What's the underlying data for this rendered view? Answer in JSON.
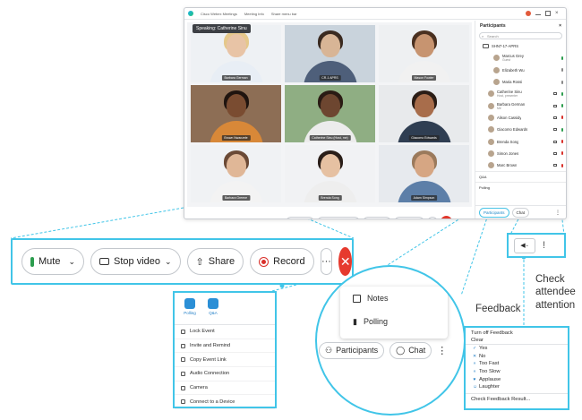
{
  "window": {
    "app_title": "Cisco Webex Meetings",
    "meeting_info": "Meeting Info",
    "share_menu": "Share menu bar",
    "speaking": "Speaking: Catherine Sinu"
  },
  "tiles": [
    {
      "name": "Barbara German",
      "skin": "#e8c4a6",
      "hair": "#e5c88b",
      "shirt": "#e8eef5",
      "bg": "#eef1f4"
    },
    {
      "name": "CR-1 APRS",
      "skin": "#d8b596",
      "hair": "#3a2a20",
      "shirt": "#4e5f7a",
      "bg": "#c9d3dc"
    },
    {
      "name": "Mason Fowler",
      "skin": "#c79470",
      "hair": "#4a3020",
      "shirt": "#f1f1f1",
      "bg": "#eef0f2"
    },
    {
      "name": "Brown Nwanzele",
      "skin": "#7a4c31",
      "hair": "#1f140f",
      "shirt": "#d88838",
      "bg": "#8d6e55"
    },
    {
      "name": "Catherine Sinu (Host, me)",
      "skin": "#6d4630",
      "hair": "#2a1b14",
      "shirt": "#ececec",
      "bg": "#8fae83"
    },
    {
      "name": "Giacomo Edwards",
      "skin": "#a86d4b",
      "hair": "#2b1d16",
      "shirt": "#2f3e52",
      "bg": "#e8eaec"
    },
    {
      "name": "Barbara Greene",
      "skin": "#e0b797",
      "hair": "#6b4a36",
      "shirt": "#f3f3f3",
      "bg": "#f0f2f4"
    },
    {
      "name": "Brenda Song",
      "skin": "#e6c1a2",
      "hair": "#2a1e18",
      "shirt": "#eeeeee",
      "bg": "#f1f2f4"
    },
    {
      "name": "Adam Simpson",
      "skin": "#d6a683",
      "hair": "#9b7a5c",
      "shirt": "#5d7fa8",
      "bg": "#e7eaee"
    }
  ],
  "controls": {
    "mute": "Mute",
    "stop_video": "Stop video",
    "share": "Share",
    "record": "Record",
    "more": "···",
    "end": "✕"
  },
  "panel": {
    "title": "Participants",
    "search": "Search",
    "device": "SHN7-17-APRS",
    "rows": [
      {
        "name": "Marcus Grey",
        "sub": "Guest"
      },
      {
        "name": "Elizabeth Wu",
        "sub": ""
      },
      {
        "name": "Maria Rossi",
        "sub": ""
      },
      {
        "name": "Catherine Sinu",
        "sub": "Host, presenter"
      },
      {
        "name": "Barbara German",
        "sub": "Me"
      },
      {
        "name": "Alison Cassidy",
        "sub": ""
      },
      {
        "name": "Giacomo Edwards",
        "sub": ""
      },
      {
        "name": "Brenda Song",
        "sub": ""
      },
      {
        "name": "Simon Jones",
        "sub": ""
      },
      {
        "name": "Marc Brown",
        "sub": ""
      }
    ],
    "qa": "Q&A",
    "polling": "Polling",
    "tab_participants": "Participants",
    "tab_chat": "Chat"
  },
  "more_menu": {
    "polling": "Polling",
    "qa": "Q&A",
    "items": [
      "Lock Event",
      "Invite and Remind",
      "Copy Event Link",
      "Audio Connection",
      "Camera",
      "Connect to a Device"
    ]
  },
  "zoom_panel": {
    "notes": "Notes",
    "polling": "Polling",
    "participants": "Participants",
    "chat": "Chat",
    "more": "⋮"
  },
  "labels": {
    "feedback": "Feedback",
    "check_attention": "Check attendee attention"
  },
  "feedback_menu": {
    "turn_off": "Turn off Feedback",
    "clear": "Clear",
    "options": [
      {
        "glyph": "✓",
        "label": "Yes"
      },
      {
        "glyph": "✕",
        "label": "No"
      },
      {
        "glyph": "»",
        "label": "Too Fast"
      },
      {
        "glyph": "«",
        "label": "Too Slow"
      },
      {
        "glyph": "♥",
        "label": "Applause"
      },
      {
        "glyph": "☺",
        "label": "Laughter"
      }
    ],
    "check": "Check Feedback Result..."
  },
  "colors": {
    "accent": "#41c5e8",
    "end": "#e63a2e",
    "record": "#d9302a",
    "mic": "#2c9d4e"
  }
}
